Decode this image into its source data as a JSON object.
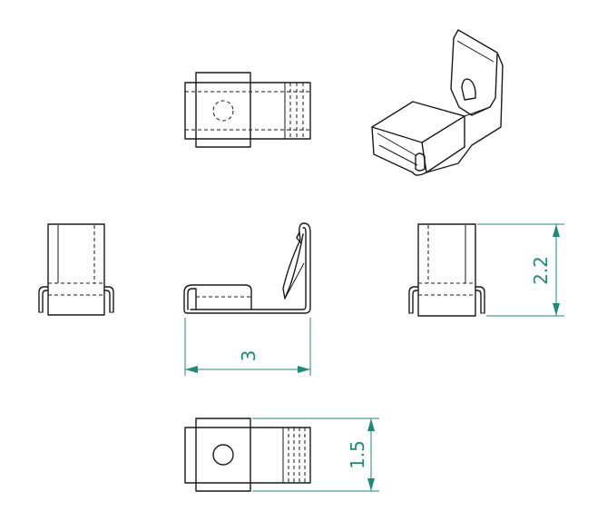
{
  "dimensions": {
    "width": "3",
    "height": "2.2",
    "depth": "1.5"
  },
  "colors": {
    "outline": "#1a1a1a",
    "dimension": "#1f8a7a",
    "background": "#ffffff"
  }
}
